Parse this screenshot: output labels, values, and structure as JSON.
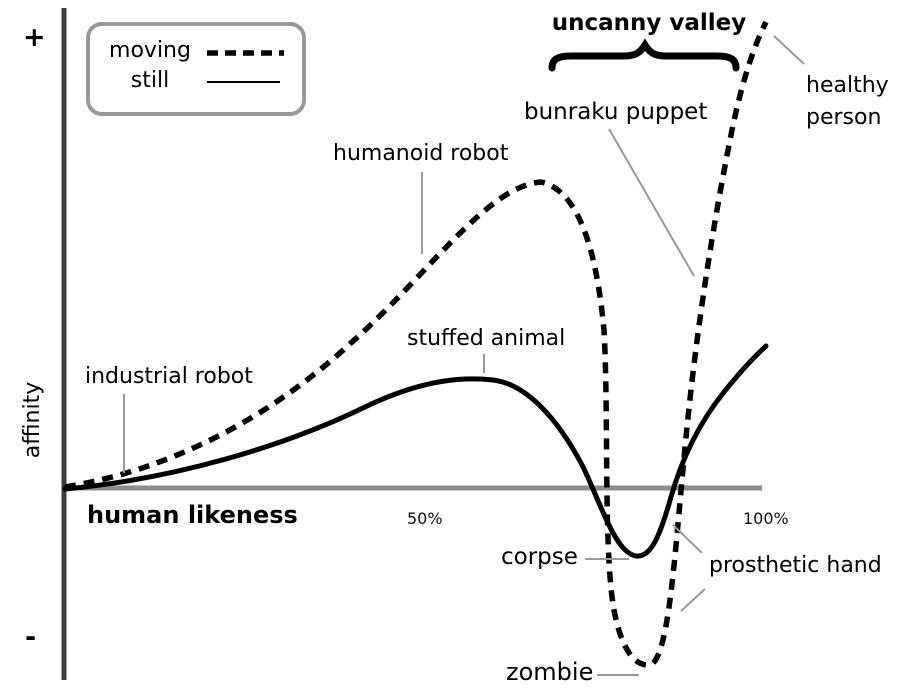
{
  "figure": {
    "background_color": "#ffffff",
    "axis": {
      "y_label": "affinity",
      "y_top_tick": "+",
      "y_bottom_tick": "-",
      "x_label": "human likeness",
      "x_tick_50": "50%",
      "x_tick_100": "100%",
      "y_axis_color": "#3d3d3d",
      "x_axis_color": "#8c8c8c"
    },
    "legend": {
      "moving_label": "moving",
      "still_label": "still",
      "border_color": "#999999",
      "moving_style": "dashed",
      "still_style": "solid"
    },
    "region_title": "uncanny valley",
    "callout_color": "#999999",
    "curve_color": "#000000",
    "annotations": {
      "industrial_robot": "industrial robot",
      "humanoid_robot": "humanoid robot",
      "stuffed_animal": "stuffed animal",
      "bunraku_puppet": "bunraku puppet",
      "healthy_person": "healthy\nperson",
      "corpse": "corpse",
      "zombie": "zombie",
      "prosthetic_hand": "prosthetic hand"
    }
  },
  "chart_data": {
    "type": "line",
    "title": "uncanny valley",
    "xlabel": "human likeness",
    "ylabel": "affinity",
    "x_ticks": [
      "50%",
      "100%"
    ],
    "y_ticks": [
      "+",
      "-"
    ],
    "xlim_pct": [
      0,
      100
    ],
    "ylim_affinity": [
      -0.5,
      1.1
    ],
    "grid": false,
    "legend_position": "top-left",
    "series": [
      {
        "name": "moving",
        "style": "dashed",
        "points_likeness_vs_affinity": [
          [
            0,
            0
          ],
          [
            8,
            0.03
          ],
          [
            20,
            0.1
          ],
          [
            30,
            0.22
          ],
          [
            40,
            0.34
          ],
          [
            50,
            0.5
          ],
          [
            58,
            0.6
          ],
          [
            66,
            0.66
          ],
          [
            72,
            0.5
          ],
          [
            75,
            0.2
          ],
          [
            76,
            0
          ],
          [
            78,
            -0.2
          ],
          [
            81,
            -0.38
          ],
          [
            84,
            -0.2
          ],
          [
            85.5,
            0
          ],
          [
            88,
            0.3
          ],
          [
            92,
            0.55
          ],
          [
            95,
            0.8
          ],
          [
            97,
            1.0
          ]
        ]
      },
      {
        "name": "still",
        "style": "solid",
        "points_likeness_vs_affinity": [
          [
            0,
            0
          ],
          [
            12,
            0.02
          ],
          [
            25,
            0.08
          ],
          [
            40,
            0.17
          ],
          [
            50,
            0.21
          ],
          [
            59,
            0.235
          ],
          [
            66,
            0.15
          ],
          [
            73,
            0
          ],
          [
            76,
            -0.1
          ],
          [
            79,
            -0.145
          ],
          [
            82,
            -0.08
          ],
          [
            84.5,
            0
          ],
          [
            88,
            0.1
          ],
          [
            93,
            0.2
          ],
          [
            97,
            0.31
          ]
        ]
      }
    ],
    "annotations": [
      {
        "label": "industrial robot",
        "series": "moving",
        "likeness_pct": 8,
        "affinity": 0.03
      },
      {
        "label": "humanoid robot",
        "series": "moving",
        "likeness_pct": 50,
        "affinity": 0.5
      },
      {
        "label": "stuffed animal",
        "series": "still",
        "likeness_pct": 59,
        "affinity": 0.235
      },
      {
        "label": "bunraku puppet",
        "series": "moving",
        "likeness_pct": 88,
        "affinity": 0.45
      },
      {
        "label": "healthy person",
        "series": "moving",
        "likeness_pct": 97,
        "affinity": 1.0
      },
      {
        "label": "corpse",
        "series": "still",
        "likeness_pct": 79,
        "affinity": -0.145
      },
      {
        "label": "zombie",
        "series": "moving",
        "likeness_pct": 81,
        "affinity": -0.38
      },
      {
        "label": "prosthetic hand",
        "series": "both",
        "likeness_pct": 84,
        "affinity": -0.1
      },
      {
        "label": "uncanny valley",
        "type": "region",
        "likeness_range_pct": [
          67,
          93
        ]
      }
    ]
  }
}
